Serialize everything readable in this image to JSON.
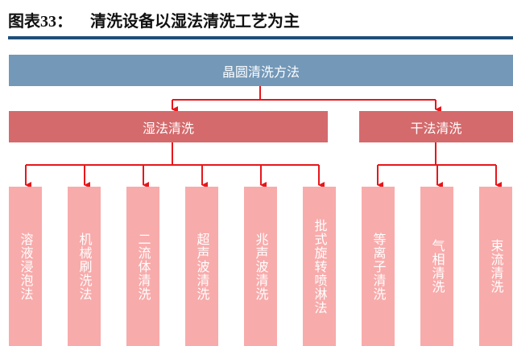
{
  "header": {
    "figure_label": "图表33：",
    "title": "清洗设备以湿法清洗工艺为主"
  },
  "root": {
    "label": "晶圆清洗方法"
  },
  "categories": [
    {
      "label": "湿法清洗",
      "children": [
        "溶液浸泡法",
        "机械刷洗法",
        "二流体清洗",
        "超声波清洗",
        "兆声波清洗",
        "批式旋转喷淋法"
      ]
    },
    {
      "label": "干法清洗",
      "children": [
        "等离子清洗",
        "气相清洗",
        "束流清洗"
      ]
    }
  ],
  "colors": {
    "root": "#7398b8",
    "category": "#d46a6c",
    "leaf": "#f8abab",
    "connector": "#e8161b",
    "rule": "#1f4e79"
  }
}
